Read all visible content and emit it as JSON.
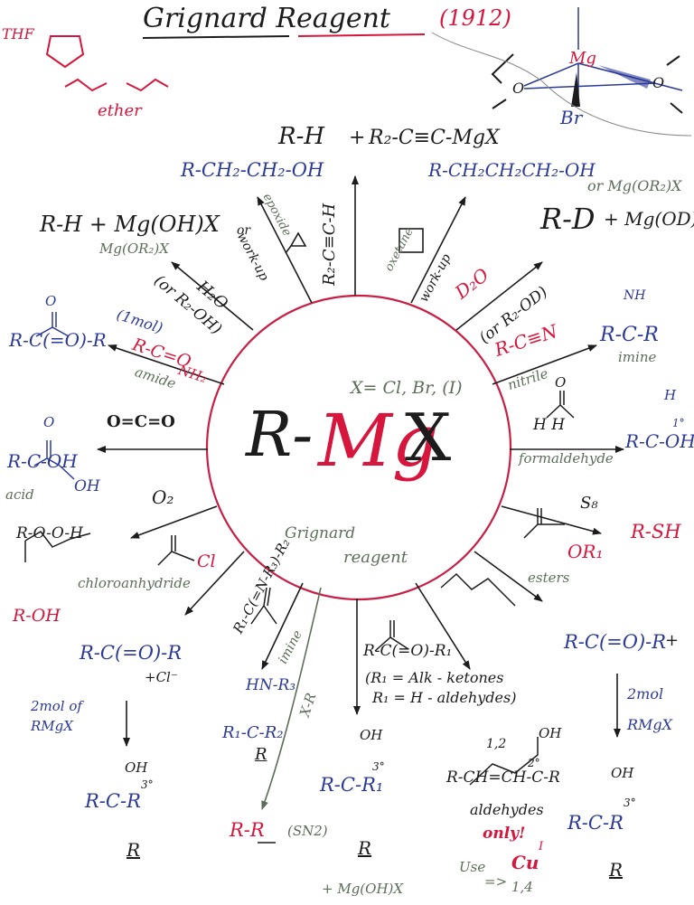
{
  "title": {
    "text": "Grignard Reagent",
    "year": "(1912)"
  },
  "colors": {
    "black": "#1c1c1c",
    "red": "#d6163c",
    "blue": "#2b3a97",
    "gray": "#5c6e5a",
    "purple": "#6a1f7a"
  },
  "solvents": {
    "thf": "THF",
    "ether": "ether"
  },
  "complex": {
    "mg": "Mg",
    "br": "Br",
    "o": "O"
  },
  "center": {
    "reagent": "R-MgX",
    "r": "R-",
    "mg": "Mg",
    "x": "X",
    "halides": "X= Cl, Br, (I)",
    "label_1": "Grignard",
    "label_2": "reagent"
  },
  "reactions": {
    "alkyne": {
      "product_1": "R-H",
      "plus": "+",
      "product_2": "R₂-C≡C-MgX",
      "reagent": "R₂-C≡C-H"
    },
    "epoxide": {
      "product": "R-CH₂-CH₂-OH",
      "label": "epoxide",
      "workup": "work-up"
    },
    "oxetane": {
      "product": "R-CH₂CH₂CH₂-OH",
      "label": "oxetane",
      "workup": "work-up"
    },
    "d2o": {
      "alt": "or Mg(OR₂)X",
      "product": "R-D",
      "byproduct": "+ Mg(OD)",
      "reagent": "D₂O",
      "reagent_alt": "(or R₂-OD)"
    },
    "water": {
      "product": "R-H + Mg(OH)X",
      "alt_or": "or",
      "alt": "Mg(OR₂)X",
      "reagent": "H₂O",
      "reagent_alt": "(or R₂-OH)"
    },
    "amide": {
      "product": "R-C(=O)-R",
      "equiv": "(1mol)",
      "reagent": "R-C=O",
      "nh2": "NH₂",
      "label": "amide"
    },
    "nitrile": {
      "product_top": "NH",
      "product": "R-C-R",
      "product_label": "imine",
      "reagent": "R-C≡N",
      "label": "nitrile"
    },
    "co2": {
      "reagent": "O=C=O",
      "product_o": "O",
      "product": "R-C-OH",
      "oh": "OH",
      "label": "acid"
    },
    "formaldehyde": {
      "reagent_o": "O",
      "reagent": "H H",
      "label": "formaldehyde",
      "product_h": "H",
      "product": "R-C-OH",
      "degree": "1°"
    },
    "oxygen": {
      "reagent": "O₂",
      "peroxide": "R-O-O-H",
      "product": "R-OH"
    },
    "sulfur": {
      "reagent": "S₈",
      "product": "R-SH"
    },
    "acid_chloride": {
      "reagent": "R-C(=O)-Cl",
      "cl": "Cl",
      "label": "chloroanhydride",
      "product": "R-C(=O)-R",
      "byproduct": "+Cl⁻",
      "note_1": "2mol of",
      "note_2": "RMgX",
      "final_oh": "OH",
      "final": "R-C-R",
      "final_r": "R",
      "degree": "3°"
    },
    "ester": {
      "reagent": "R-C(=O)-OR₁",
      "or1": "OR₁",
      "label": "esters",
      "product": "R-C(=O)-R",
      "plus": "+",
      "note_1": "2mol",
      "note_2": "RMgX",
      "final_oh": "OH",
      "final": "R-C-R",
      "final_r": "R",
      "degree": "3°"
    },
    "imine": {
      "reagent": "R₁-C(=N-R₃)-R₂",
      "label": "imine",
      "product_top": "HN-R₃",
      "product": "R₁-C-R₂",
      "product_r": "R"
    },
    "sn2": {
      "reagent": "X-R",
      "product": "R-R",
      "label": "(SN2)"
    },
    "carbonyl": {
      "reagent": "R-C(=O)-R₁",
      "note_1": "(R₁ = Alk - ketones",
      "note_2": "R₁ = H  - aldehydes)",
      "product_oh": "OH",
      "product": "R-C-R₁",
      "product_r": "R",
      "degree": "3°",
      "byproduct": "+ Mg(OH)X"
    },
    "enal": {
      "positions": "1,2",
      "product_oh": "OH",
      "product": "R-CH=CH-C-R",
      "degree": "2°",
      "label": "aldehydes",
      "only": "only!",
      "use": "Use",
      "cu": "Cu",
      "cu_ox": "I",
      "arrow": "=>",
      "ratio": "1,4"
    }
  }
}
